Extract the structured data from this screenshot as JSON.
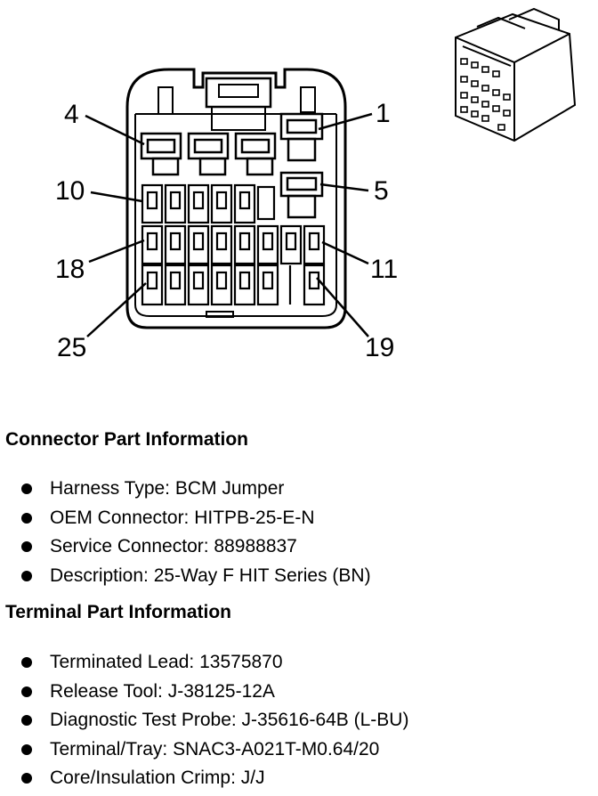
{
  "connector_diagram": {
    "pin_labels": [
      "4",
      "1",
      "10",
      "5",
      "18",
      "11",
      "25",
      "19"
    ]
  },
  "connector_info": {
    "heading": "Connector Part Information",
    "items": [
      "Harness Type: BCM Jumper",
      "OEM Connector: HITPB-25-E-N",
      "Service Connector: 88988837",
      "Description: 25-Way F HIT Series (BN)"
    ]
  },
  "terminal_info": {
    "heading": "Terminal Part Information",
    "items": [
      "Terminated Lead: 13575870",
      "Release Tool: J-38125-12A",
      "Diagnostic Test Probe: J-35616-64B (L-BU)",
      "Terminal/Tray: SNAC3-A021T-M0.64/20",
      "Core/Insulation Crimp: J/J"
    ]
  }
}
